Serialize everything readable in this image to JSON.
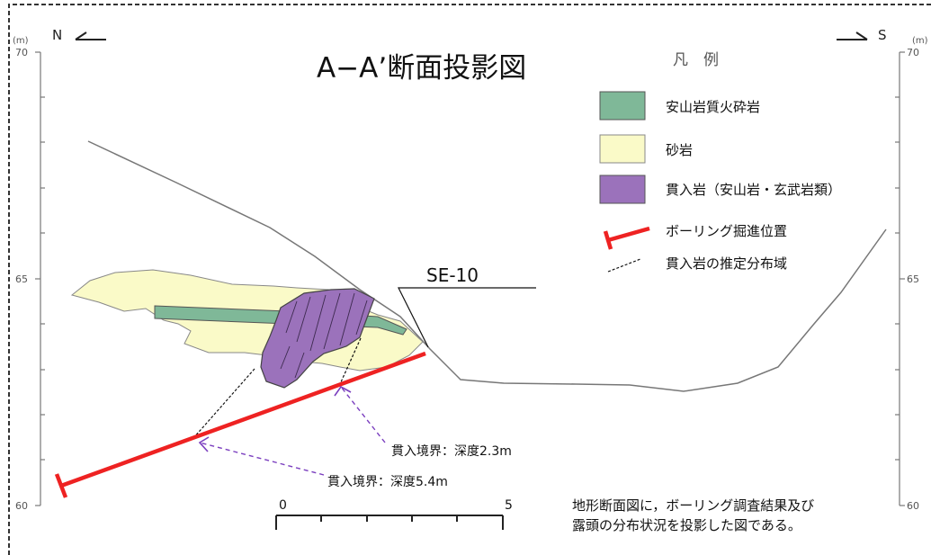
{
  "title": "A−A’断面投影図",
  "orientation": {
    "left": "N",
    "right": "S"
  },
  "y_axis": {
    "unit": "(m)",
    "tick_labels": [
      "70",
      "65",
      "60"
    ]
  },
  "borehole": {
    "label": "SE-10"
  },
  "legend": {
    "title": "凡　例",
    "items": [
      {
        "label": "安山岩質火砕岩",
        "color": "#7fb898"
      },
      {
        "label": "砂岩",
        "color": "#fafac8"
      },
      {
        "label": "貫入岩（安山岩・玄武岩類）",
        "color": "#9b72bb"
      },
      {
        "label": "ボーリング掘進位置",
        "color": "#ee2222"
      },
      {
        "label": "貫入岩の推定分布域",
        "color": "#000000"
      }
    ]
  },
  "annotations": [
    {
      "label": "貫入境界：深度2.3m"
    },
    {
      "label": "貫入境界：深度5.4m"
    }
  ],
  "scale_bar": {
    "start": "0",
    "end": "5"
  },
  "note": [
    "地形断面図に，ボーリング調査結果及び",
    "露頭の分布状況を投影した図である。"
  ]
}
